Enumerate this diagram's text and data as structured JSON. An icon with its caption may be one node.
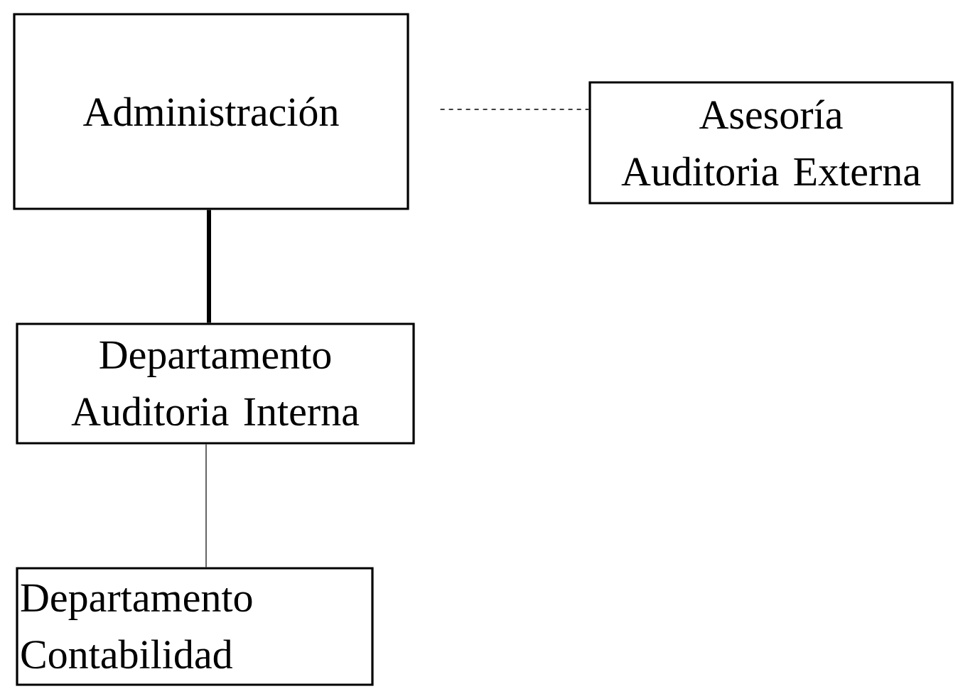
{
  "diagram": {
    "nodes": [
      {
        "text": [
          "Administración"
        ]
      },
      {
        "text": [
          "Asesoría Auditoria Externa"
        ]
      },
      {
        "text": [
          "Departamento Auditoria Interna"
        ]
      },
      {
        "text": [
          "Departamento Contabilidad"
        ]
      }
    ],
    "edges": [
      {
        "from": 0,
        "to": 1,
        "arrow": "none",
        "style": "dashed"
      },
      {
        "from": 0,
        "to": 2,
        "arrow": "none",
        "style": "thick"
      },
      {
        "from": 2,
        "to": 3,
        "arrow": "none"
      }
    ]
  }
}
